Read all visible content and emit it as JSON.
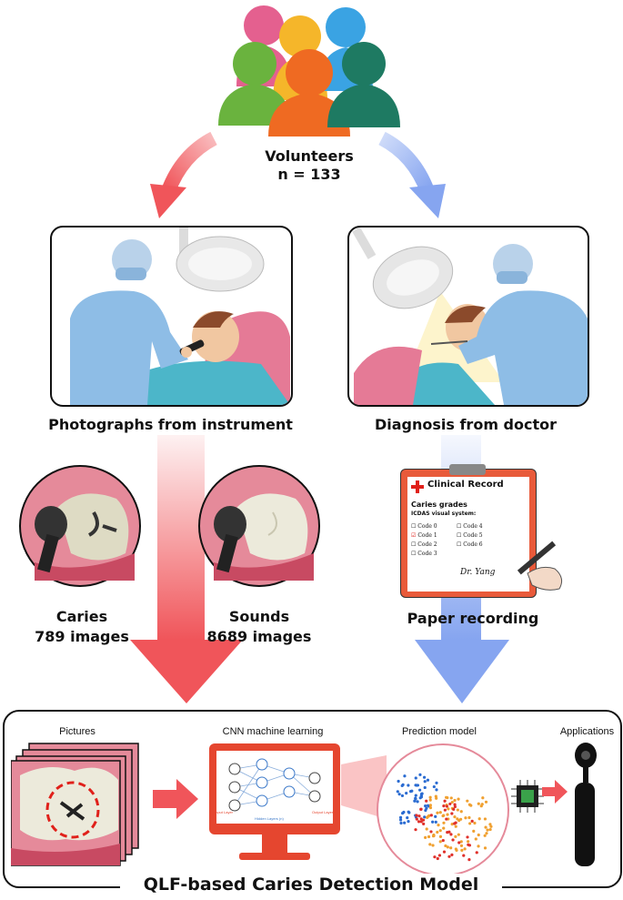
{
  "top": {
    "volunteers_label": "Volunteers",
    "volunteers_count": "n = 133"
  },
  "left": {
    "panel_title": "Photographs from instrument",
    "caries_label": "Caries",
    "caries_count": "789 images",
    "sounds_label": "Sounds",
    "sounds_count": "8689 images"
  },
  "right": {
    "panel_title": "Diagnosis from doctor",
    "paper_label": "Paper recording",
    "record": {
      "title": "Clinical Record",
      "grades": "Caries grades",
      "system": "ICDAS visual system:",
      "codes": [
        "Code 0",
        "Code 1",
        "Code 2",
        "Code 3",
        "Code 4",
        "Code 5",
        "Code 6"
      ],
      "doctor": "Dr. Yang"
    }
  },
  "bottom": {
    "title": "QLF-based Caries Detection Model",
    "pictures_label": "Pictures",
    "cnn_label": "CNN machine learning",
    "prediction_label": "Prediction model",
    "applications_label": "Applications",
    "cnn_layers": [
      "Input Layer",
      "Hidden Layers (n)",
      "Output Layer"
    ]
  },
  "colors": {
    "red_arrow": "#f0555a",
    "blue_arrow": "#86a5f0",
    "gum": "#e58a9a",
    "monitor": "#e5462f"
  }
}
